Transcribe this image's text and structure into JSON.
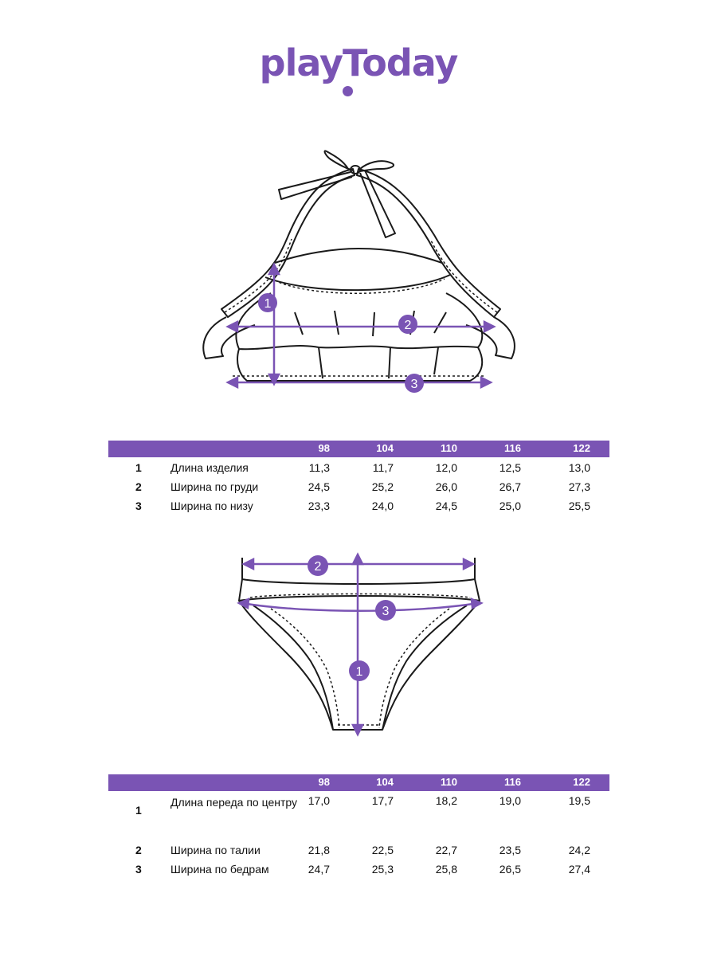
{
  "brand": {
    "logo_text": "playToday",
    "color": "#7a54b4"
  },
  "top_sketch": {
    "markers": [
      "1",
      "2",
      "3"
    ]
  },
  "bottom_sketch": {
    "markers": [
      "2",
      "3",
      "1"
    ]
  },
  "table_top": {
    "sizes": [
      "98",
      "104",
      "110",
      "116",
      "122"
    ],
    "rows": [
      {
        "num": "1",
        "name": "Длина изделия",
        "values": [
          "11,3",
          "11,7",
          "12,0",
          "12,5",
          "13,0"
        ]
      },
      {
        "num": "2",
        "name": "Ширина по груди",
        "values": [
          "24,5",
          "25,2",
          "26,0",
          "26,7",
          "27,3"
        ]
      },
      {
        "num": "3",
        "name": "Ширина по низу",
        "values": [
          "23,3",
          "24,0",
          "24,5",
          "25,0",
          "25,5"
        ]
      }
    ]
  },
  "table_bottom": {
    "sizes": [
      "98",
      "104",
      "110",
      "116",
      "122"
    ],
    "rows": [
      {
        "num": "1",
        "name": "Длина переда по центру",
        "values": [
          "17,0",
          "17,7",
          "18,2",
          "19,0",
          "19,5"
        ]
      },
      {
        "num": "2",
        "name": "Ширина по талии",
        "values": [
          "21,8",
          "22,5",
          "22,7",
          "23,5",
          "24,2"
        ]
      },
      {
        "num": "3",
        "name": "Ширина по бедрам",
        "values": [
          "24,7",
          "25,3",
          "25,8",
          "26,5",
          "27,4"
        ]
      }
    ]
  }
}
